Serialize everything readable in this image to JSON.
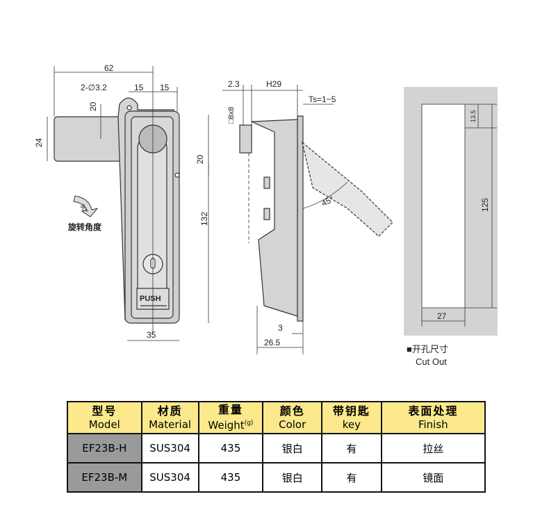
{
  "drawing": {
    "front_view": {
      "dim_width_total": "62",
      "dim_holes": "2-∅3.2",
      "dim_left_15": "15",
      "dim_right_15": "15",
      "dim_hole_offset_top": "20",
      "dim_handle_height": "24",
      "dim_hole_offset_right": "20",
      "dim_height": "132",
      "dim_body_width": "35",
      "push_label": "PUSH",
      "rotation_angle": "90°",
      "rotation_label": "旋转角度"
    },
    "side_view": {
      "dim_2_3": "2.3",
      "dim_h29": "H29",
      "dim_ts": "Ts=1~5",
      "dim_square": "□8x8",
      "dim_angle": "45°",
      "dim_3": "3",
      "dim_26_5": "26.5"
    },
    "cutout": {
      "dim_13_5": "13.5",
      "dim_125": "125",
      "dim_27": "27",
      "label_cn": "■开孔尺寸",
      "label_en": "Cut Out"
    }
  },
  "table": {
    "headers": [
      {
        "cn": "型号",
        "en": "Model"
      },
      {
        "cn": "材质",
        "en": "Material"
      },
      {
        "cn": "重量",
        "en": "Weight",
        "unit": "(g)"
      },
      {
        "cn": "颜色",
        "en": "Color"
      },
      {
        "cn": "带钥匙",
        "en": "key"
      },
      {
        "cn": "表面处理",
        "en": "Finish"
      }
    ],
    "rows": [
      [
        "EF23B-H",
        "SUS304",
        "435",
        "银白",
        "有",
        "拉丝"
      ],
      [
        "EF23B-M",
        "SUS304",
        "435",
        "银白",
        "有",
        "镜面"
      ]
    ]
  }
}
